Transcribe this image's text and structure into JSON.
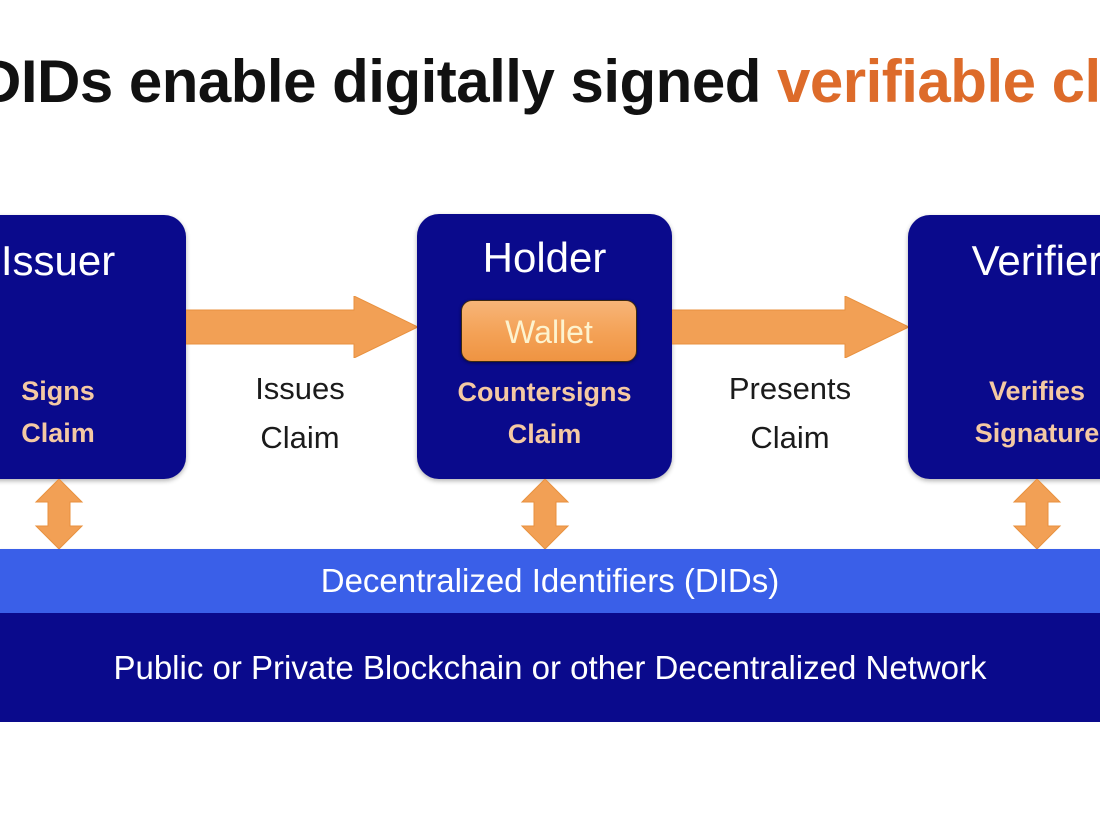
{
  "slide": {
    "title_plain": "DIDs enable digitally signed ",
    "title_accent": "verifiable claims",
    "title_accent_color": "#dd6b2a",
    "background_color": "#ffffff"
  },
  "roles": {
    "issuer": {
      "name": "Issuer",
      "action": "Signs\nClaim",
      "action_line1": "Signs",
      "action_line2": "Claim",
      "box_color": "#0a0a8c",
      "action_color": "#f4c9a3"
    },
    "holder": {
      "name": "Holder",
      "action_line1": "Countersigns",
      "action_line2": "Claim",
      "wallet_label": "Wallet",
      "wallet_color": "#f4a257",
      "box_color": "#0a0a8c",
      "action_color": "#f4c9a3"
    },
    "verifier": {
      "name": "Verifier",
      "action_line1": "Verifies",
      "action_line2": "Signature",
      "box_color": "#0a0a8c",
      "action_color": "#f4c9a3"
    }
  },
  "flows": [
    {
      "id": "issues",
      "from": "Issuer",
      "to": "Holder",
      "label_line1": "Issues",
      "label_line2": "Claim",
      "arrow_color": "#f2a055",
      "direction": "right"
    },
    {
      "id": "presents",
      "from": "Holder",
      "to": "Verifier",
      "label_line1": "Presents",
      "label_line2": "Claim",
      "arrow_color": "#f2a055",
      "direction": "right"
    }
  ],
  "connectors": {
    "color": "#f2a055",
    "direction": "double-vertical",
    "count": 3
  },
  "layers": [
    {
      "id": "dids",
      "label": "Decentralized Identifiers (DIDs)",
      "color": "#3a5fe8",
      "text_color": "#ffffff"
    },
    {
      "id": "ledger",
      "label": "Public or Private Blockchain or other Decentralized Network",
      "color": "#0a0a8c",
      "text_color": "#ffffff"
    }
  ]
}
